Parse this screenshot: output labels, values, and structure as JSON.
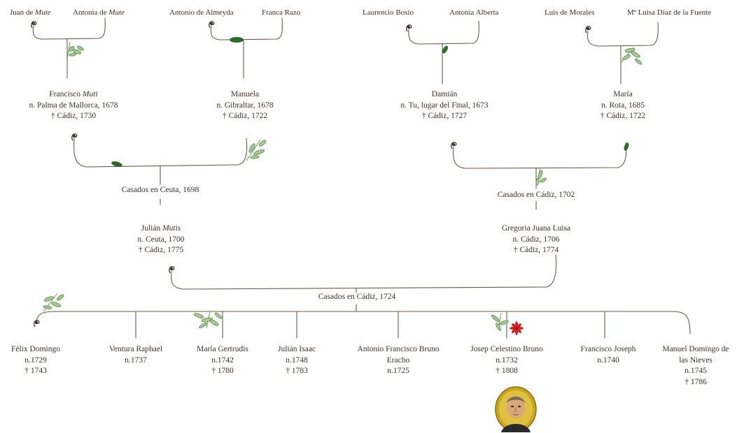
{
  "people": {
    "juan_de_mute": {
      "first": "Juan de ",
      "surname": "Mute"
    },
    "antonia_de_mute": {
      "first": "Antonia de ",
      "surname": "Mute"
    },
    "antonio_de_almeyda": {
      "name": "Antonio de Almeyda"
    },
    "franca_razo": {
      "name": "Franca Razo"
    },
    "laurencio_bosio": {
      "name": "Laurencio Bosio"
    },
    "antonia_alberta": {
      "name": "Antonia Alberta"
    },
    "luis_de_morales": {
      "name": "Luis de Morales"
    },
    "maria_luisa_diaz": {
      "name": "Mª Luisa Díaz de la Fuente"
    },
    "francisco_muti": {
      "first": "Francisco ",
      "surname": "Muti",
      "birth": "n. Palma de Mallorca, 1678",
      "death": "† Cádiz, 1730"
    },
    "manuela": {
      "name": "Manuela",
      "birth": "n. Gibraltar, 1678",
      "death": "† Cádiz, 1722"
    },
    "damian": {
      "name": "Damián",
      "birth": "n. Tu, lugar del Final, 1673",
      "death": "† Cádiz, 1727"
    },
    "maria": {
      "name": "María",
      "birth": "n. Rota, 1685",
      "death": "† Cádiz, 1722"
    },
    "julian_mutis": {
      "first": "Julián ",
      "surname": "Mutis",
      "birth": "n. Ceuta, 1700",
      "death": "† Cádiz, 1775"
    },
    "gregoria": {
      "name": "Gregoria Juana Luisa",
      "birth": "n. Cádiz, 1706",
      "death": "† Cádiz, 1774"
    }
  },
  "marriages": {
    "ceuta": "Casados en Ceuta, 1698",
    "cadiz_1702": "Casados en Cádiz, 1702",
    "cadiz_1724": "Casados en Cádiz, 1724"
  },
  "children": [
    {
      "name": "Félix Domingo",
      "birth": "n.1729",
      "death": "† 1743"
    },
    {
      "name": "Ventura Raphael",
      "birth": "n.1737"
    },
    {
      "name": "María Gertrudis",
      "birth": "n.1742",
      "death": "† 1780"
    },
    {
      "name": "Julián Isaac",
      "birth": "n.1748",
      "death": "† 1783"
    },
    {
      "name_line1": "Antonio Francisco Bruno",
      "name_line2": "Eracho",
      "birth": "n.1725"
    },
    {
      "name": "Josep Celestino Bruno",
      "birth": "n.1732",
      "death": "† 1808"
    },
    {
      "name": "Francisco Joseph",
      "birth": "n.1740"
    },
    {
      "name_line1": "Manuel Domingo de",
      "name_line2": "las Nieves",
      "birth": "n.1745",
      "death": "† 1786"
    }
  ],
  "colors": {
    "line": "#6b5a4a",
    "text": "#3a3028",
    "leaf": "#6a9a5a",
    "bud": "#2e6a2a",
    "flower": "#d42020",
    "portrait_bg": "#c9a820"
  },
  "icons": {
    "sprig": "sprig-icon",
    "leaf_sprig": "leaf-sprig-icon",
    "bud": "bud-icon",
    "flower": "red-flower-icon",
    "portrait": "portrait-medallion-icon"
  }
}
